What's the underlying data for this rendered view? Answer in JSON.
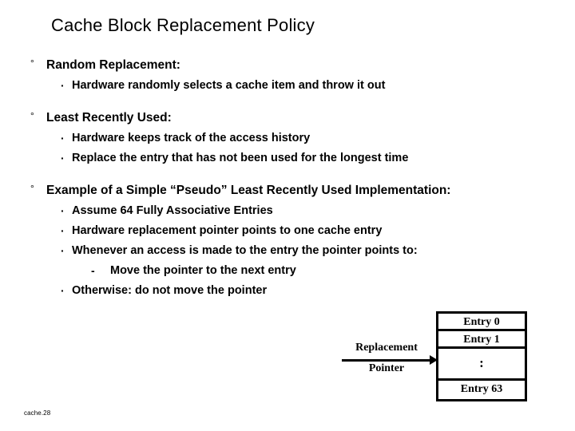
{
  "slide": {
    "title": "Cache Block Replacement Policy",
    "footer_tag": "cache.28",
    "bullets": [
      {
        "level": 1,
        "marker": "°",
        "text": "Random Replacement:"
      },
      {
        "level": 2,
        "marker": "·",
        "text": "Hardware randomly selects a cache item and throw it out"
      },
      {
        "level": 1,
        "marker": "°",
        "text": "Least Recently Used:"
      },
      {
        "level": 2,
        "marker": "·",
        "text": "Hardware keeps track of the access  history"
      },
      {
        "level": 2,
        "marker": "·",
        "text": "Replace the entry that has not been used for the longest time"
      },
      {
        "level": 1,
        "marker": "°",
        "text": "Example of a Simple “Pseudo” Least Recently Used Implementation:"
      },
      {
        "level": 2,
        "marker": "·",
        "text": "Assume 64 Fully Associative Entries"
      },
      {
        "level": 2,
        "marker": "·",
        "text": "Hardware  replacement pointer points to one cache entry"
      },
      {
        "level": 2,
        "marker": "·",
        "text": "Whenever an access is made to the entry the pointer points to:"
      },
      {
        "level": 3,
        "marker": "-",
        "text": "Move the pointer to the next entry"
      },
      {
        "level": 2,
        "marker": "·",
        "text": "Otherwise: do not move the pointer"
      }
    ]
  },
  "diagram": {
    "pointer_label_line1": "Replacement",
    "pointer_label_line2": "Pointer",
    "entries": [
      {
        "label": "Entry 0"
      },
      {
        "label": "Entry 1"
      },
      {
        "label": ":"
      },
      {
        "label": "Entry  63"
      }
    ]
  },
  "colors": {
    "background": "#ffffff",
    "text": "#000000",
    "rule": "#000000"
  }
}
